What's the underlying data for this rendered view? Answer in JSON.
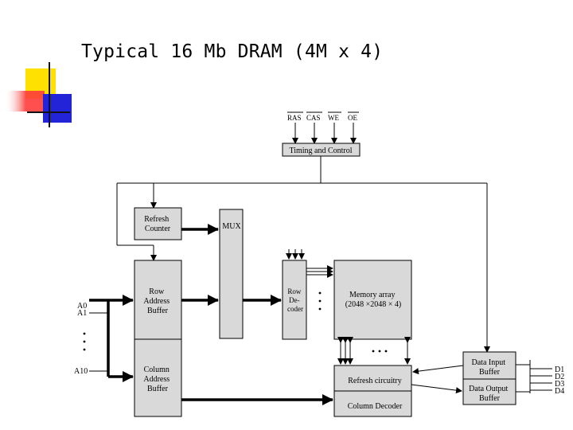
{
  "slide": {
    "title": "Typical 16 Mb DRAM (4M x 4)"
  },
  "colors": {
    "deco_yellow": "#ffe100",
    "deco_red": "#ff3b3b",
    "deco_blue": "#2323d8",
    "block_fill": "#d9d9d9"
  },
  "control_signals": [
    "RAS",
    "CAS",
    "WE",
    "OE"
  ],
  "blocks": {
    "timing": "Timing and Control",
    "refresh_counter": [
      "Refresh",
      "Counter"
    ],
    "mux": "MUX",
    "row_address_buffer": [
      "Row",
      "Address",
      "Buffer"
    ],
    "column_address_buffer": [
      "Column",
      "Address",
      "Buffer"
    ],
    "row_decoder": [
      "Row",
      "De-",
      "coder"
    ],
    "memory_array": [
      "Memory array",
      "(2048 ×2048 × 4)"
    ],
    "refresh_circuitry": "Refresh circuitry",
    "column_decoder": "Column Decoder",
    "data_input_buffer": [
      "Data Input",
      "Buffer"
    ],
    "data_output_buffer": [
      "Data Output",
      "Buffer"
    ]
  },
  "address_pins": {
    "first": "A0",
    "second": "A1",
    "last": "A10"
  },
  "data_pins": [
    "D1",
    "D2",
    "D3",
    "D4"
  ]
}
